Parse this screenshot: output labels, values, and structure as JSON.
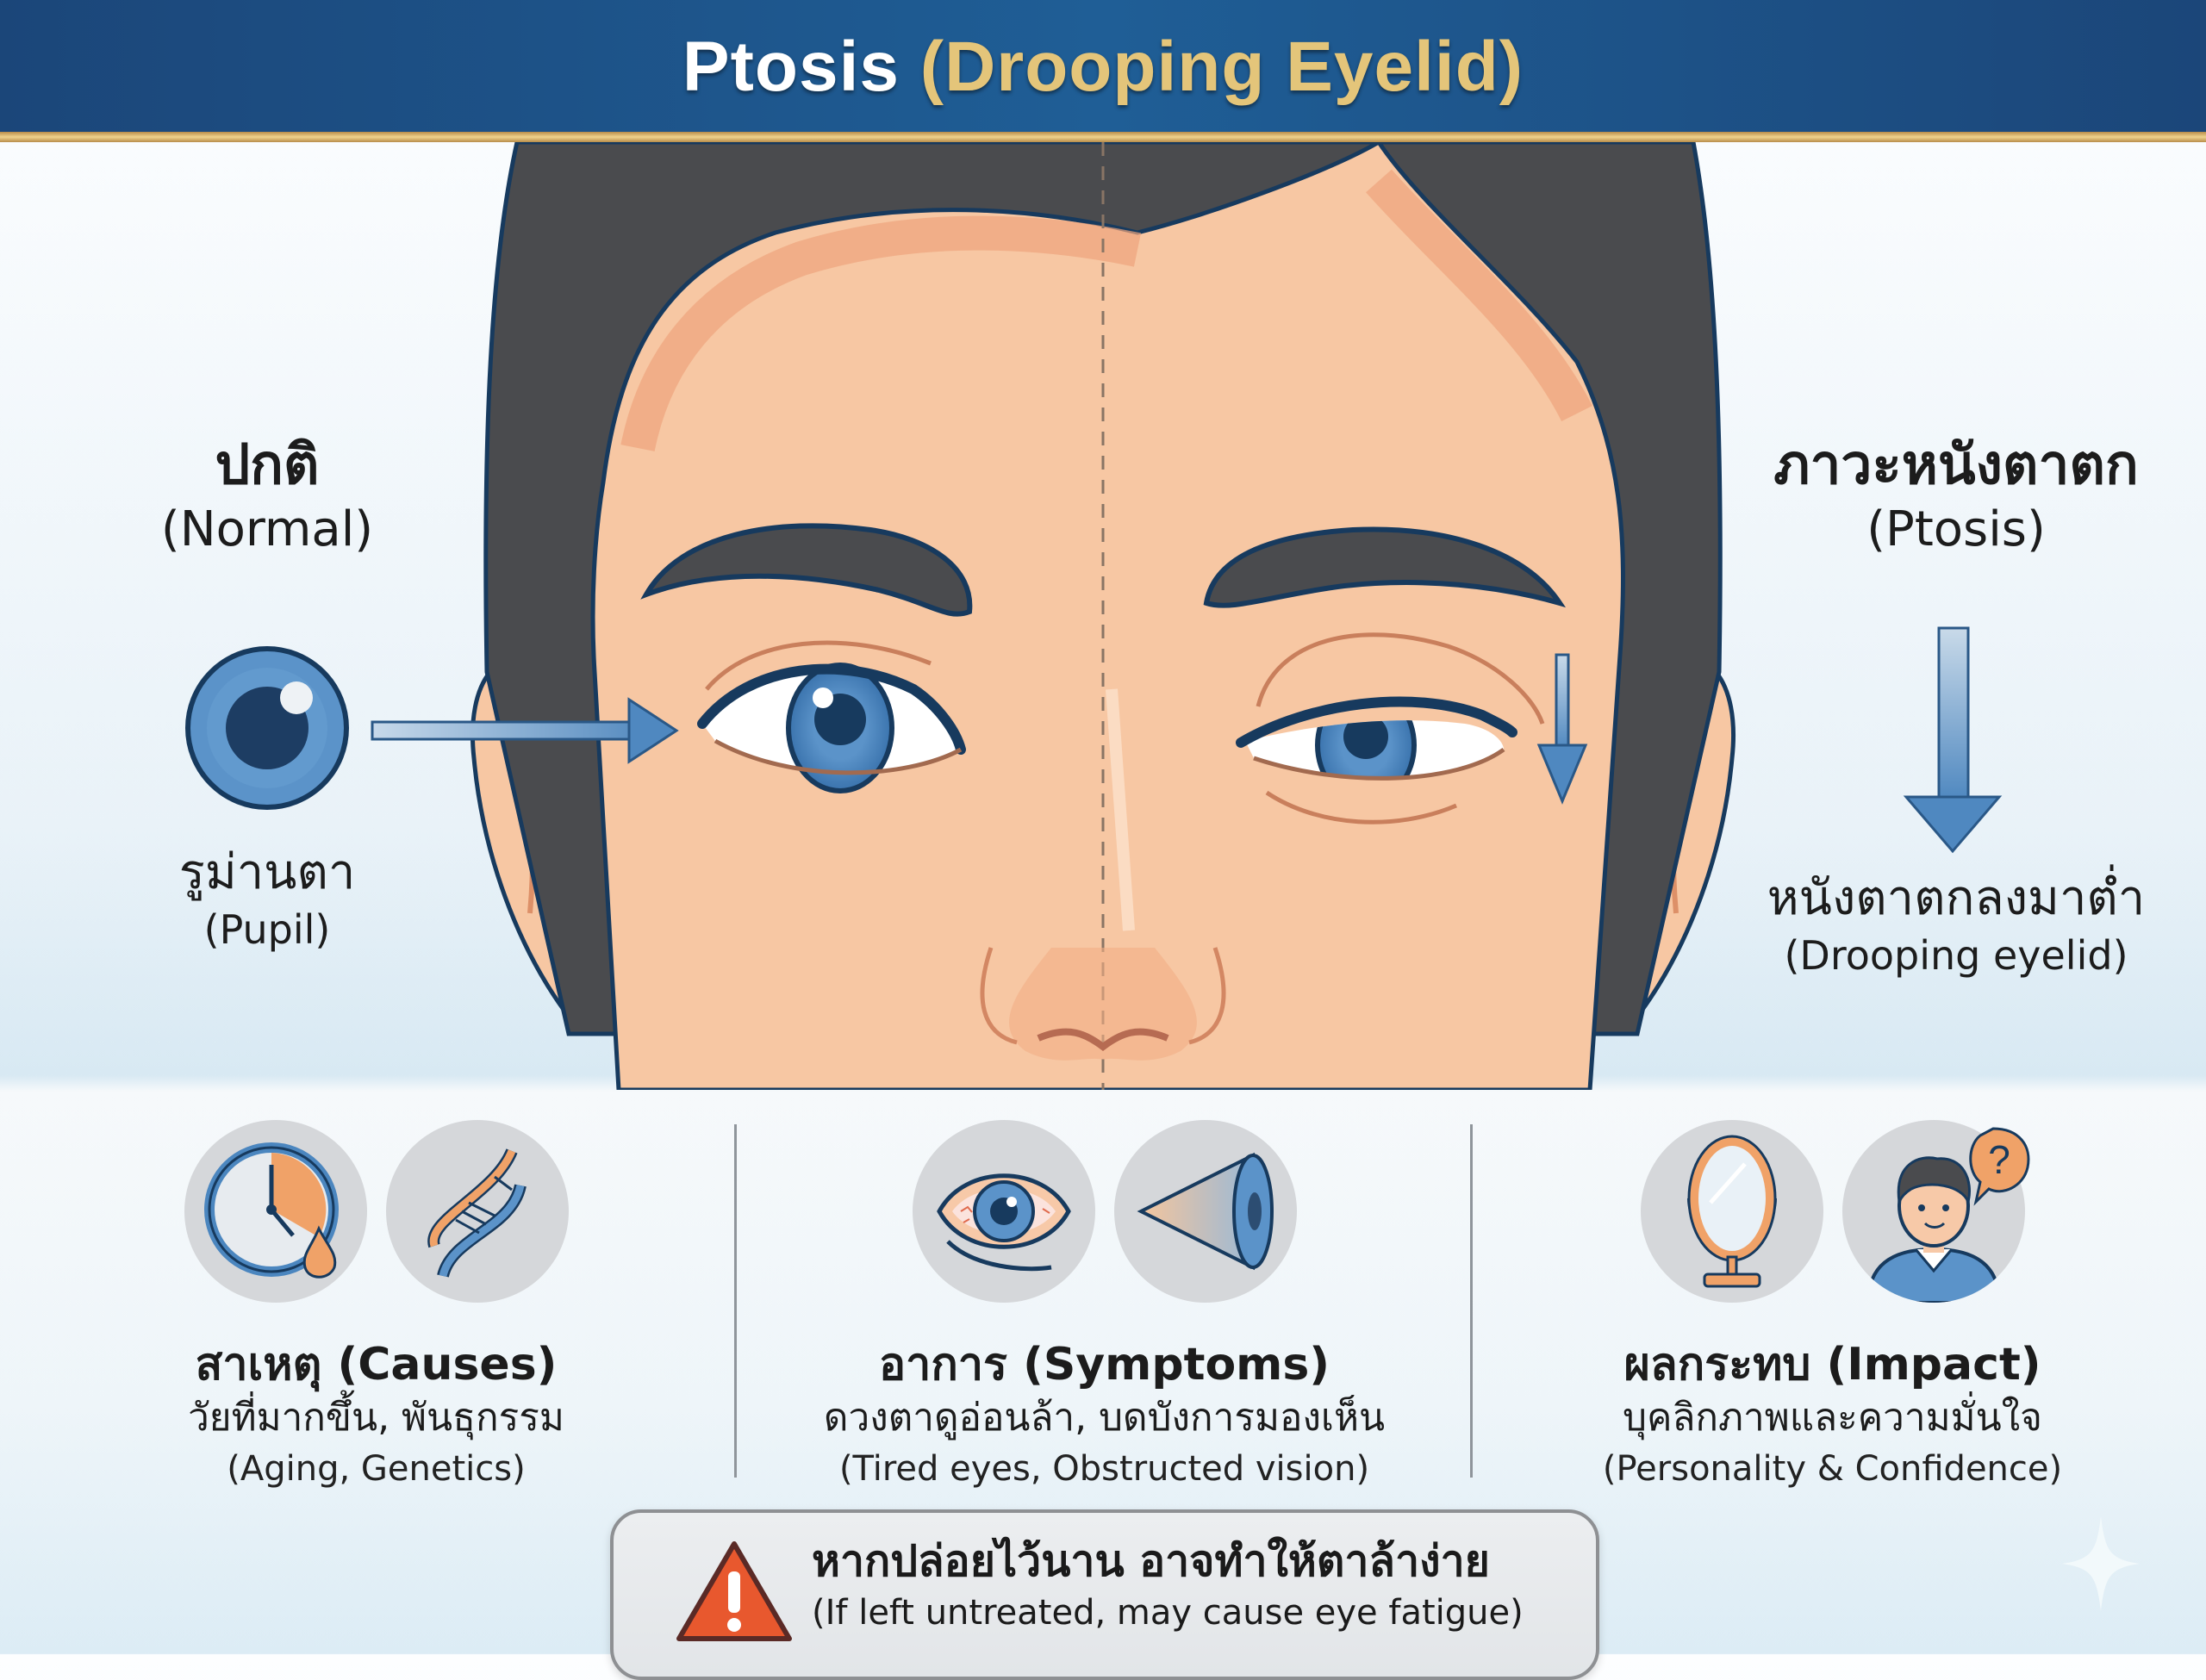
{
  "header": {
    "title_main": "Ptosis",
    "title_sub": "(Drooping Eyelid)",
    "colors": {
      "background": "#1f5e96",
      "title_main": "#ffffff",
      "title_sub": "#e4c57a",
      "gold_band": "#e8c77f"
    }
  },
  "left_panel": {
    "heading_th": "ปกติ",
    "heading_en": "(Normal)",
    "pupil_label_th": "รูม่านตา",
    "pupil_label_en": "(Pupil)",
    "icon": "eye-iris-icon",
    "arrow": "arrow-right-icon"
  },
  "right_panel": {
    "heading_th": "ภาวะหนังตาตก",
    "heading_en": "(Ptosis)",
    "caption_th": "หนังตาตกลงมาต่ำ",
    "caption_en": "(Drooping eyelid)",
    "arrow": "arrow-down-icon"
  },
  "face": {
    "left_eye": "normal",
    "right_eye": "drooping",
    "midline": "dashed",
    "colors": {
      "skin": "#f7c7a3",
      "skin_shadow": "#eea47c",
      "hair": "#4a4b4e",
      "outline": "#173a5e",
      "iris": "#4f8cc4"
    }
  },
  "sections": [
    {
      "title": "สาเหตุ (Causes)",
      "desc_th": "วัยที่มากขึ้น, พันธุกรรม",
      "desc_en": "(Aging, Genetics)",
      "icons": [
        "clock-icon",
        "dna-icon"
      ]
    },
    {
      "title": "อาการ (Symptoms)",
      "desc_th": "ดวงตาดูอ่อนล้า, บดบังการมองเห็น",
      "desc_en": "(Tired eyes, Obstructed vision)",
      "icons": [
        "tired-eye-icon",
        "vision-cone-icon"
      ]
    },
    {
      "title": "ผลกระทบ (Impact)",
      "desc_th": "บุคลิกภาพและความมั่นใจ",
      "desc_en": "(Personality & Confidence)",
      "icons": [
        "mirror-icon",
        "person-question-icon"
      ]
    }
  ],
  "warning": {
    "text_th": "หากปล่อยไว้นาน อาจทำให้ตาล้าง่าย",
    "text_en": "(If left untreated, may cause eye fatigue)",
    "icon": "warning-triangle-icon",
    "color": "#e8582e"
  }
}
